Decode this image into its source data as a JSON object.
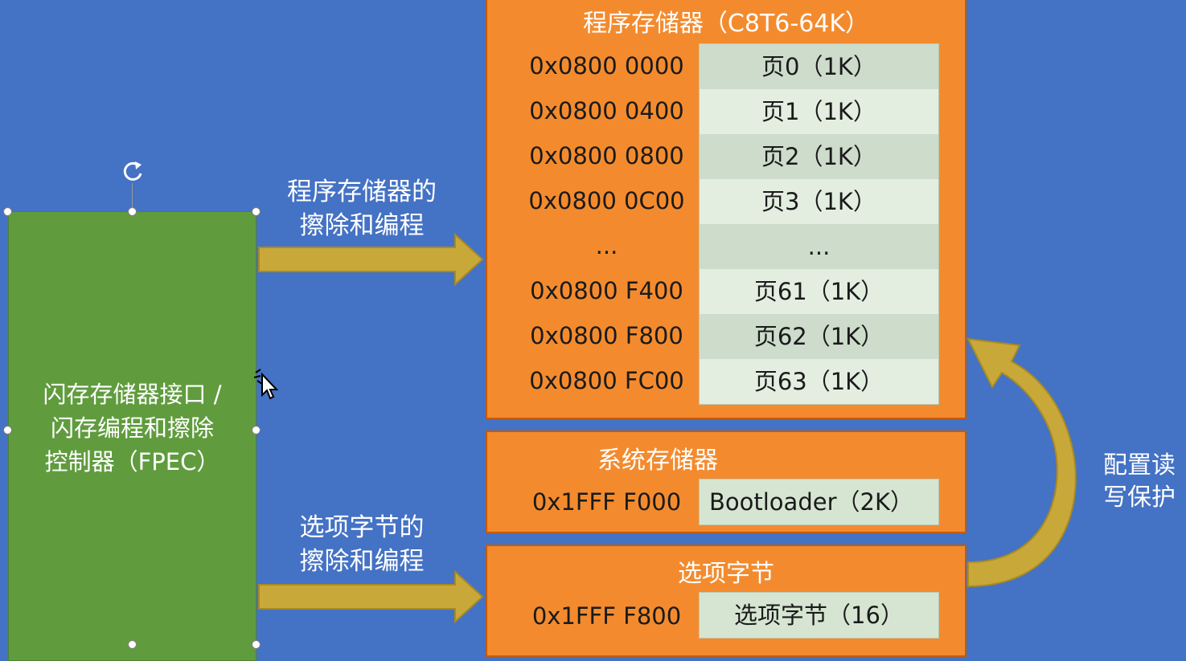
{
  "fpec": {
    "line1": "闪存存储器接口 /",
    "line2": "闪存编程和擦除",
    "line3": "控制器（FPEC）"
  },
  "arrow_top": {
    "line1": "程序存储器的",
    "line2": "擦除和编程"
  },
  "arrow_bottom": {
    "line1": "选项字节的",
    "line2": "擦除和编程"
  },
  "program_memory": {
    "title": "程序存储器（C8T6-64K）",
    "rows": [
      {
        "address": "0x0800 0000",
        "page": "页0（1K）"
      },
      {
        "address": "0x0800 0400",
        "page": "页1（1K）"
      },
      {
        "address": "0x0800 0800",
        "page": "页2（1K）"
      },
      {
        "address": "0x0800 0C00",
        "page": "页3（1K）"
      },
      {
        "address": "...",
        "page": "..."
      },
      {
        "address": "0x0800 F400",
        "page": "页61（1K）"
      },
      {
        "address": "0x0800 F800",
        "page": "页62（1K）"
      },
      {
        "address": "0x0800 FC00",
        "page": "页63（1K）"
      }
    ]
  },
  "system_memory": {
    "title": "系统存储器",
    "address": "0x1FFF F000",
    "content": "Bootloader（2K）"
  },
  "option_bytes": {
    "title": "选项字节",
    "address": "0x1FFF F800",
    "content": "选项字节（16）"
  },
  "side_label": {
    "line1": "配置读",
    "line2": "写保护"
  },
  "colors": {
    "background": "#4472c4",
    "fpec_green": "#609c3e",
    "memory_orange": "#f38b2e",
    "arrow_gold": "#c9a83a",
    "cell_green": "#d6e5d2"
  }
}
